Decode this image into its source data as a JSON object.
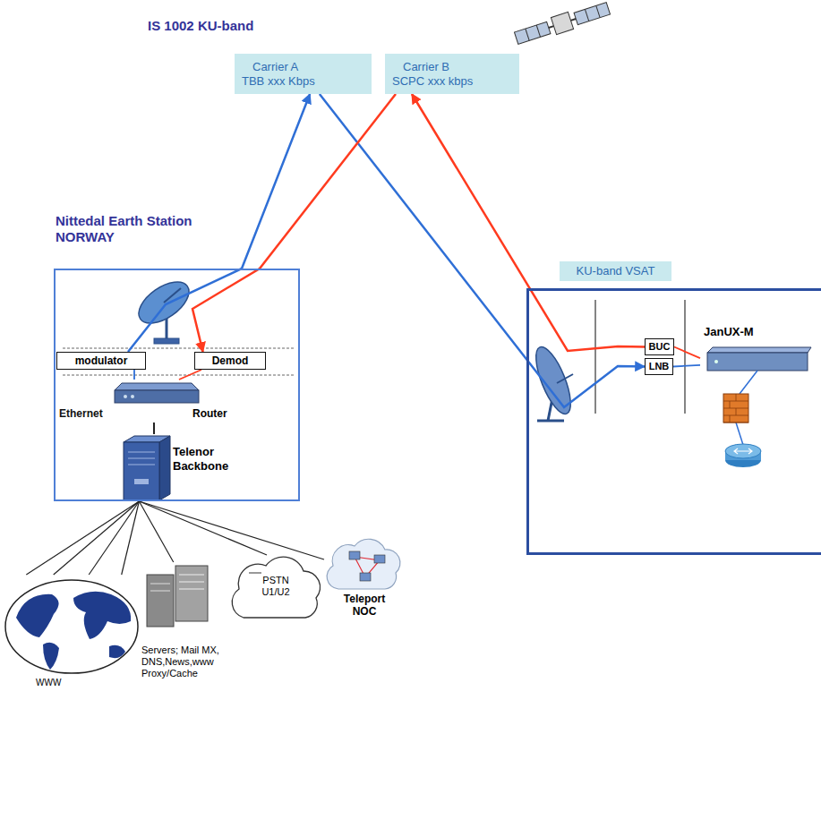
{
  "diagram": {
    "nodes": [
      {
        "text": [
          "Carrier A",
          "TBB xxx Kbps"
        ]
      },
      {
        "text": [
          "Carrier B",
          "SCPC xxx kbps"
        ]
      },
      {
        "text": [
          "Nittedal Earth Station NORWAY"
        ]
      },
      {
        "text": [
          "modulator"
        ],
        "in": 2
      },
      {
        "text": [
          "Demod"
        ],
        "in": 2
      },
      {
        "text": [
          "Router"
        ],
        "in": 2
      },
      {
        "text": [
          "Telenor Backbone"
        ],
        "in": 2
      },
      {
        "text": [
          "KU-band VSAT"
        ]
      },
      {
        "text": [
          "BUC"
        ],
        "in": 7
      },
      {
        "text": [
          "LNB"
        ],
        "in": 7
      },
      {
        "text": [
          "JanUX-M"
        ],
        "in": 7
      },
      {
        "text": [
          "WWW"
        ]
      },
      {
        "text": [
          "Servers; Mail MX, DNS,News,www Proxy/Cache"
        ]
      },
      {
        "text": [
          "PSTN U1/U2"
        ]
      },
      {
        "text": [
          "Teleport NOC"
        ]
      }
    ],
    "edges": [
      {
        "from": 3,
        "to": 0,
        "arrow": "to"
      },
      {
        "from": 0,
        "to": 9,
        "arrow": "to"
      },
      {
        "from": 8,
        "to": 1,
        "arrow": "to"
      },
      {
        "from": 1,
        "to": 4,
        "arrow": "to"
      },
      {
        "from": 5,
        "to": 3,
        "arrow": "none"
      },
      {
        "from": 5,
        "to": 4,
        "arrow": "none"
      },
      {
        "from": 5,
        "to": 6,
        "arrow": "none"
      },
      {
        "from": 6,
        "to": 11,
        "arrow": "none"
      },
      {
        "from": 6,
        "to": 11,
        "arrow": "none"
      },
      {
        "from": 6,
        "to": 11,
        "arrow": "none"
      },
      {
        "from": 6,
        "to": 11,
        "arrow": "none"
      },
      {
        "from": 6,
        "to": 12,
        "arrow": "none"
      },
      {
        "from": 6,
        "to": 13,
        "arrow": "none"
      },
      {
        "from": 6,
        "to": 14,
        "arrow": "none"
      },
      {
        "from": 8,
        "to": 10,
        "arrow": "none"
      },
      {
        "from": 9,
        "to": 10,
        "arrow": "none"
      }
    ],
    "labels": [
      "IS 1002 KU-band",
      "Ethernet"
    ]
  }
}
